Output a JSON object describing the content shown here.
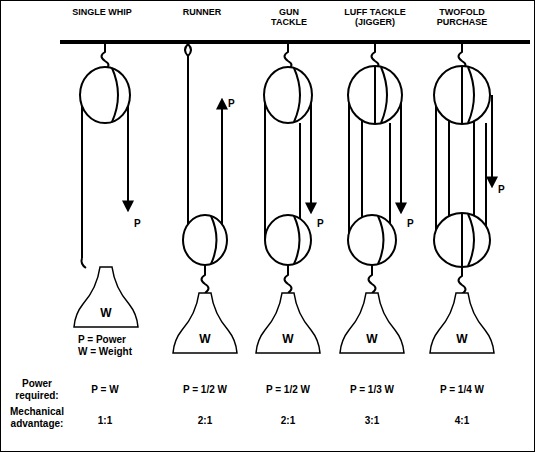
{
  "diagram": {
    "nodes": [
      {
        "text": [
          "W"
        ]
      },
      {
        "text": [
          "W"
        ]
      },
      {
        "text": [
          "W"
        ]
      },
      {
        "text": [
          "W"
        ]
      },
      {
        "text": [
          "W"
        ]
      }
    ],
    "labels": [
      "SINGLE WHIP",
      "RUNNER",
      "GUN TACKLE",
      "LUFF TACKLE (JIGGER)",
      "TWOFOLD PURCHASE",
      "P",
      "P",
      "P",
      "P",
      "P",
      "P = Power",
      "W = Weight",
      "Power required:",
      "P = W",
      "P = 1/2 W",
      "P = 1/2 W",
      "P = 1/3 W",
      "P = 1/4 W",
      "Mechanical advantage:",
      "1:1",
      "2:1",
      "2:1",
      "3:1",
      "4:1"
    ]
  }
}
